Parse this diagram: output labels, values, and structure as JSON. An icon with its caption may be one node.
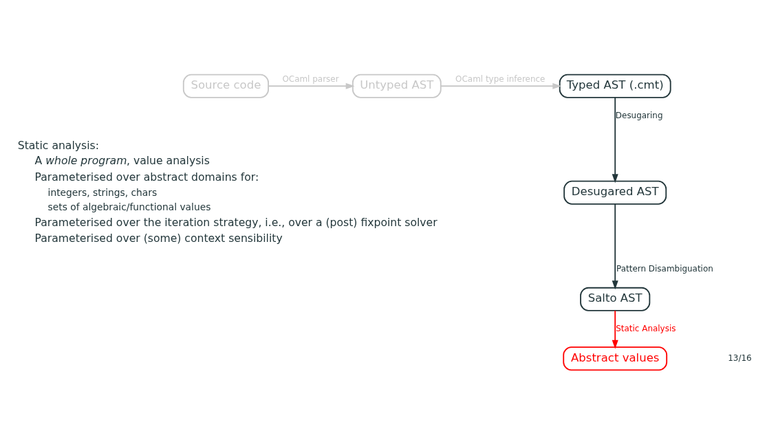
{
  "diagram": {
    "nodes": [
      {
        "text": [
          "Source code"
        ]
      },
      {
        "text": [
          "Untyped AST"
        ]
      },
      {
        "text": [
          "Typed AST (.cmt)"
        ]
      },
      {
        "text": [
          "Desugared AST"
        ]
      },
      {
        "text": [
          "Salto AST"
        ]
      },
      {
        "text": [
          "Abstract values"
        ]
      }
    ],
    "edges": [
      {
        "from": 0,
        "to": 1,
        "arrow": "to",
        "label": "OCaml parser",
        "color": "#c8c8c8"
      },
      {
        "from": 1,
        "to": 2,
        "arrow": "to",
        "label": "OCaml type inference",
        "color": "#c8c8c8"
      },
      {
        "from": 2,
        "to": 3,
        "arrow": "to",
        "label": "Desugaring",
        "color": "#23373b"
      },
      {
        "from": 3,
        "to": 4,
        "arrow": "to",
        "label": "Pattern Disambiguation",
        "color": "#23373b"
      },
      {
        "from": 4,
        "to": 5,
        "arrow": "to",
        "label": "Static Analysis",
        "color": "#ff0000"
      }
    ],
    "labels": [
      "Static analysis:",
      "A *whole program*, value analysis",
      "Parameterised over abstract domains for:",
      "integers, strings, chars",
      "sets of algebraic/functional values",
      "Parameterised over the iteration strategy, i.e., over a (post) fixpoint solver",
      "Parameterised over (some) context sensibility",
      "13/16"
    ]
  }
}
